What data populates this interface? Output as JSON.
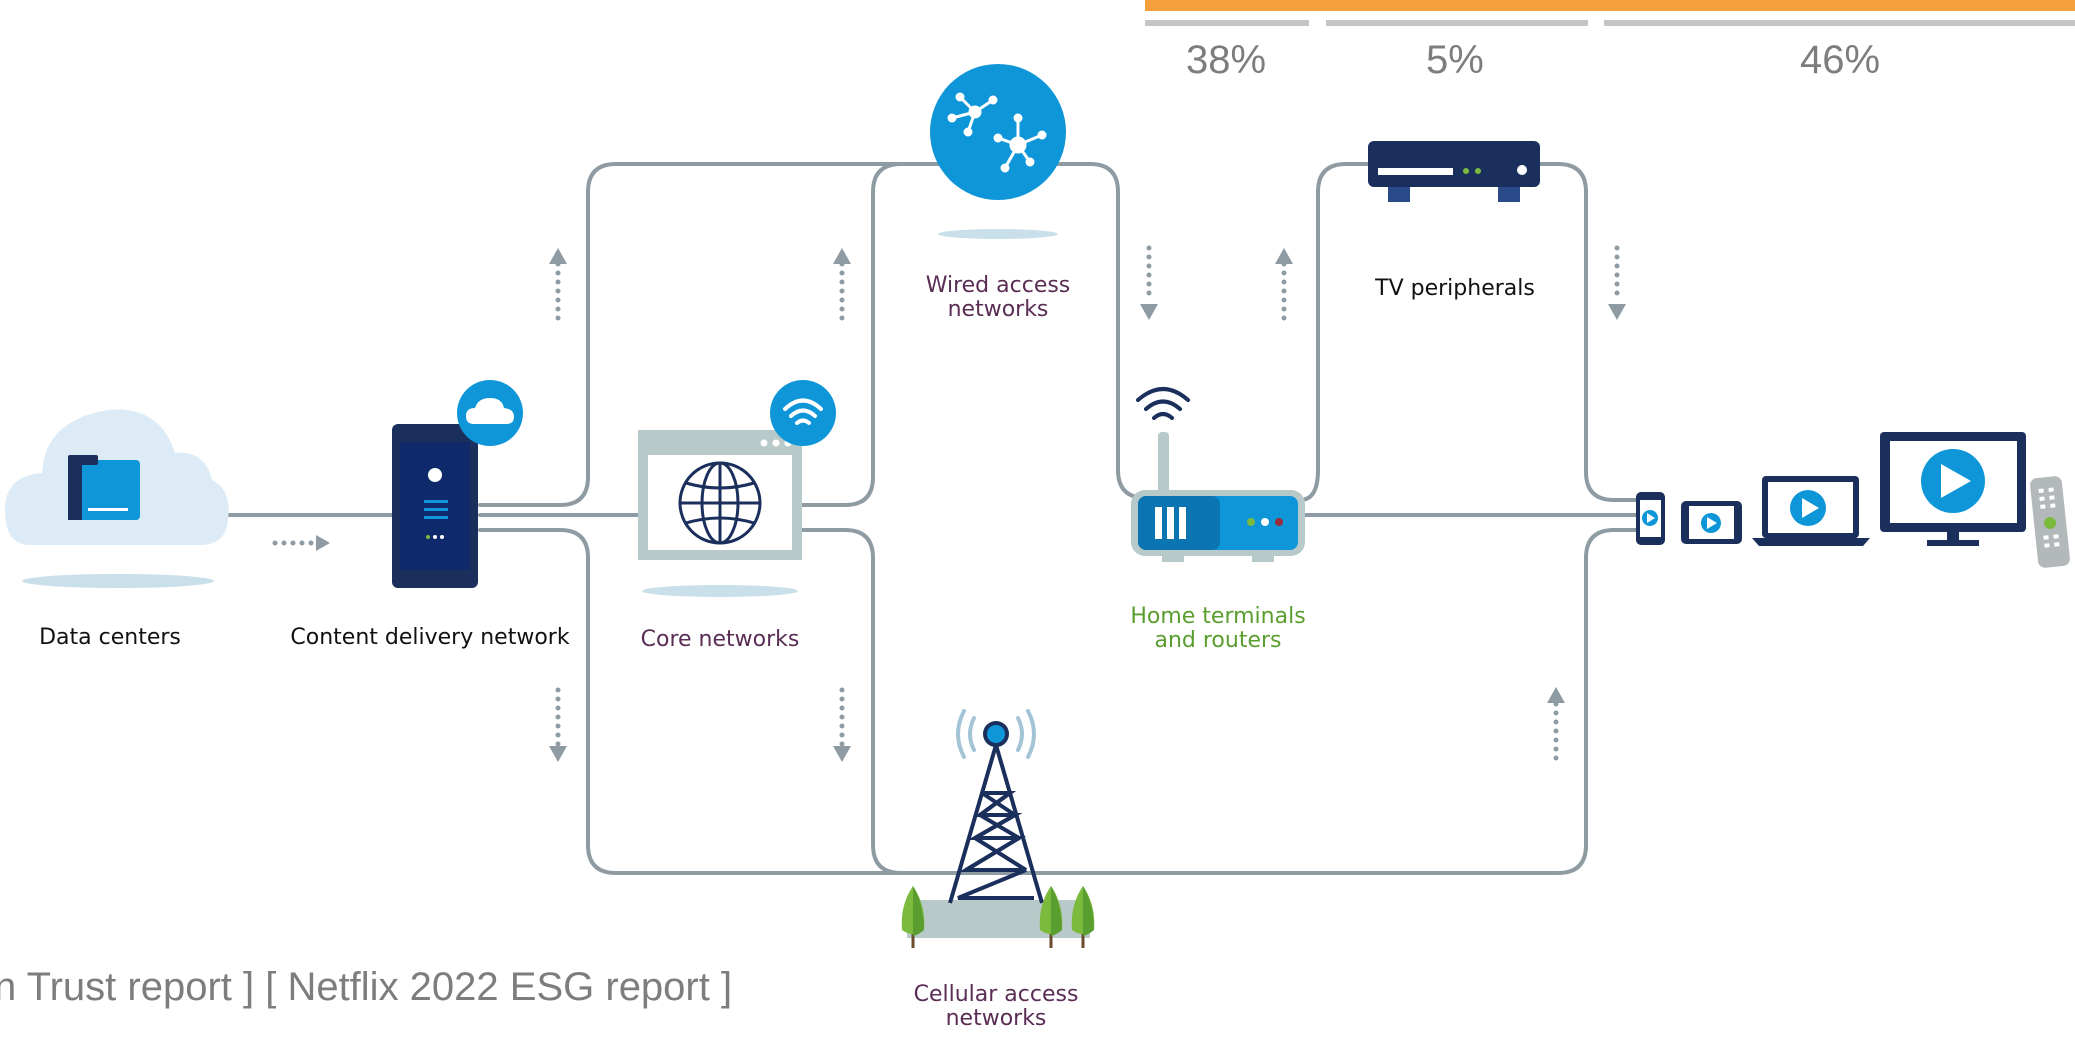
{
  "percentages": [
    "38%",
    "5%",
    "46%"
  ],
  "labels": {
    "data_centers": "Data centers",
    "cdn": "Content delivery network",
    "core": "Core networks",
    "wired": "Wired access\nnetworks",
    "home": "Home terminals\nand routers",
    "tv": "TV peripherals",
    "cellular": "Cellular access\nnetworks"
  },
  "sources": "n Trust report ]  [ Netflix 2022 ESG report ]",
  "colors": {
    "accent_orange": "#f5a03c",
    "line_gray": "#8e9ba3",
    "icon_blue": "#0e96d9",
    "navy": "#1b2f5c",
    "label_purple": "#5a2d55",
    "label_green": "#5a9e2f",
    "tree_green": "#7cba3d"
  }
}
